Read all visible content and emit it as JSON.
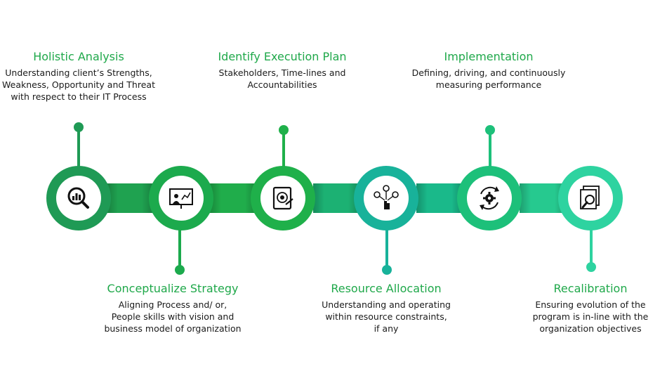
{
  "colors": {
    "title": "#1fa84a",
    "text": "#1a1a1a",
    "stage_1": "#1f9a55",
    "stage_2": "#1caa4d",
    "stage_3": "#1fb04a",
    "stage_4": "#18b29a",
    "stage_5": "#1dc07a",
    "stage_6": "#2ed3a0"
  },
  "steps": [
    {
      "title": "Holistic Analysis",
      "description": "Understanding client’s Strengths,\nWeakness, Opportunity and Threat\nwith respect to their IT Process",
      "icon": "magnifier-chart-icon",
      "position": "top"
    },
    {
      "title": "Conceptualize Strategy",
      "description": "Aligning Process and/ or,\nPeople skills with vision and\nbusiness model of organization",
      "icon": "presentation-board-icon",
      "position": "bottom"
    },
    {
      "title": "Identify Execution Plan",
      "description": "Stakeholders, Time-lines and\nAccountabilities",
      "icon": "target-plan-icon",
      "position": "top"
    },
    {
      "title": "Resource Allocation",
      "description": "Understanding and operating\nwithin resource constraints,\nif any",
      "icon": "people-network-icon",
      "position": "bottom"
    },
    {
      "title": "Implementation",
      "description": "Defining, driving, and continuously\nmeasuring performance",
      "icon": "gear-cycle-icon",
      "position": "top"
    },
    {
      "title": "Recalibration",
      "description": "Ensuring evolution of the\nprogram is in-line with the\norganization objectives",
      "icon": "document-search-icon",
      "position": "bottom"
    }
  ]
}
